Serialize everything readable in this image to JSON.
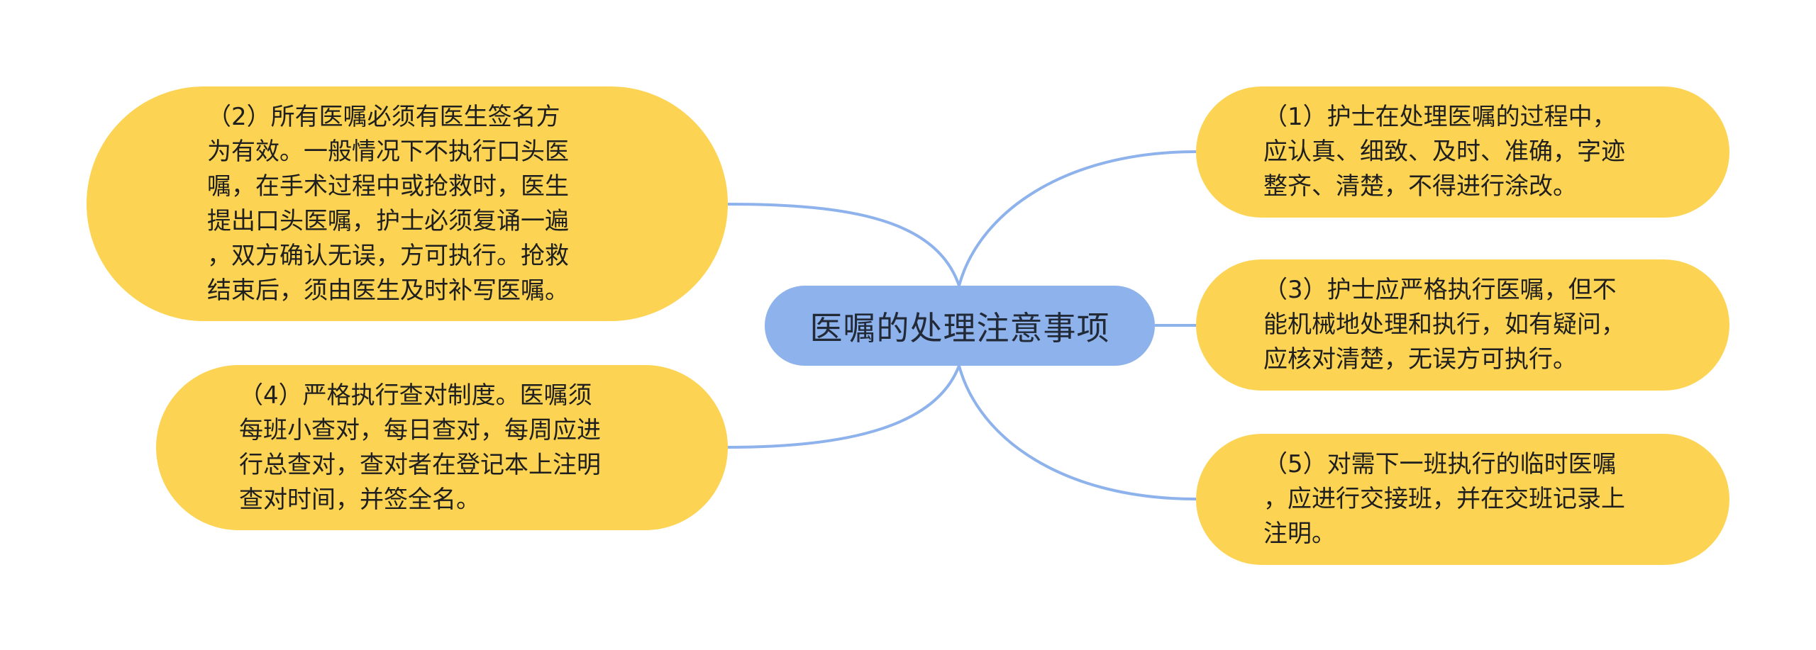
{
  "center": {
    "title": "医嘱的处理注意事项"
  },
  "nodes": {
    "n1": "（1）护士在处理医嘱的过程中，\n应认真、细致、及时、准确，字迹\n整齐、清楚，不得进行涂改。",
    "n2": "（2）所有医嘱必须有医生签名方\n为有效。一般情况下不执行口头医\n嘱，在手术过程中或抢救时，医生\n提出口头医嘱，护士必须复诵一遍\n，双方确认无误，方可执行。抢救\n结束后，须由医生及时补写医嘱。",
    "n3": "（3）护士应严格执行医嘱，但不\n能机械地处理和执行，如有疑问，\n应核对清楚，无误方可执行。",
    "n4": "（4）严格执行查对制度。医嘱须\n每班小查对，每日查对，每周应进\n行总查对，查对者在登记本上注明\n查对时间，并签全名。",
    "n5": "（5）对需下一班执行的临时医嘱\n，应进行交接班，并在交班记录上\n注明。"
  },
  "colors": {
    "center_fill": "#8eb2eb",
    "node_fill": "#fcd352",
    "link_stroke": "#8eb2eb"
  }
}
